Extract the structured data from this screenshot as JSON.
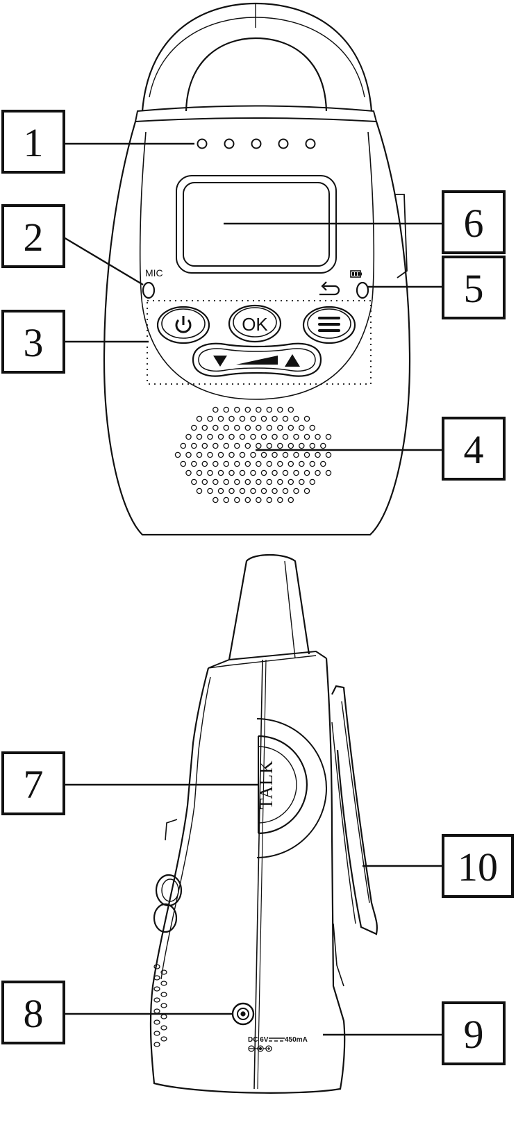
{
  "callouts": [
    {
      "id": "1",
      "label": "1"
    },
    {
      "id": "2",
      "label": "2"
    },
    {
      "id": "3",
      "label": "3"
    },
    {
      "id": "4",
      "label": "4"
    },
    {
      "id": "5",
      "label": "5"
    },
    {
      "id": "6",
      "label": "6"
    },
    {
      "id": "7",
      "label": "7"
    },
    {
      "id": "8",
      "label": "8"
    },
    {
      "id": "9",
      "label": "9"
    },
    {
      "id": "10",
      "label": "10"
    }
  ],
  "front": {
    "mic_label": "MIC",
    "ok_label": "OK",
    "icons": [
      "power-icon",
      "menu-icon",
      "volume-down-icon",
      "volume-up-icon",
      "back-arrow-icon",
      "battery-icon"
    ]
  },
  "side": {
    "talk_label": "TALK",
    "dc_label": "DC 6V",
    "current_label": "450mA"
  },
  "colors": {
    "line": "#111111",
    "background": "#ffffff"
  }
}
